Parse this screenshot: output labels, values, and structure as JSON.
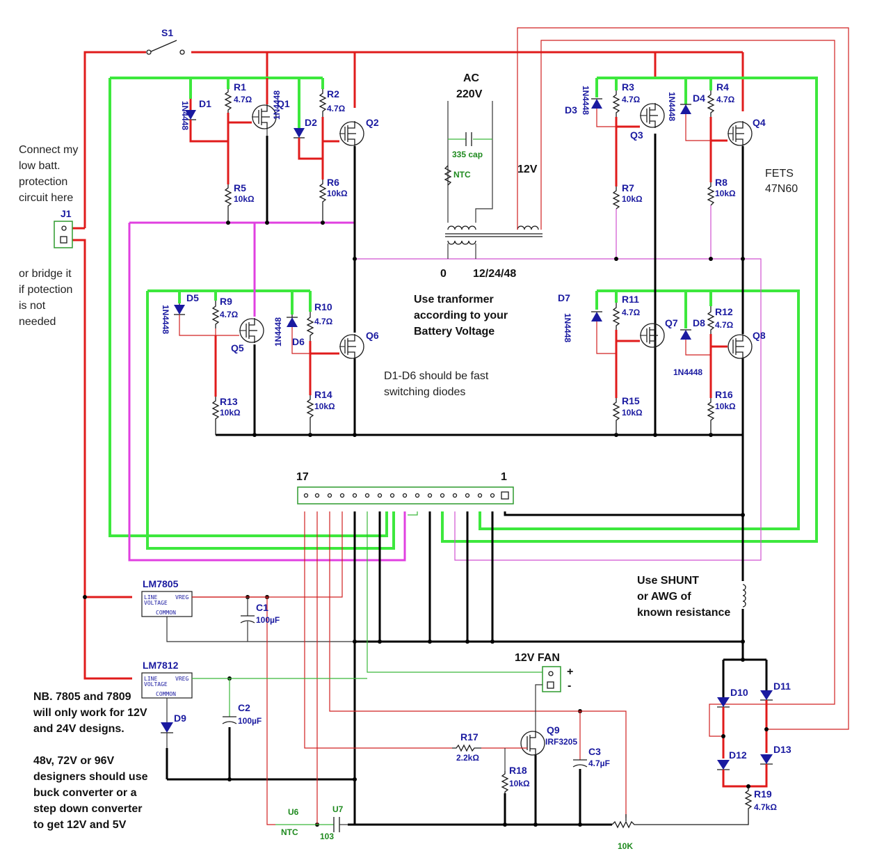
{
  "switch": {
    "label": "S1"
  },
  "connector_j1": {
    "label": "J1"
  },
  "notes": {
    "protection": [
      "Connect my",
      "low batt.",
      "protection",
      "circuit here"
    ],
    "bridge": [
      "or bridge it",
      "if potection",
      "is not",
      "needed"
    ],
    "fets": [
      "FETS",
      "47N60"
    ],
    "transformer": [
      "Use tranformer",
      "according to your",
      "Battery Voltage"
    ],
    "diodes": [
      "D1-D6 should be fast",
      "switching diodes"
    ],
    "shunt": [
      "Use SHUNT",
      "or AWG of",
      "known resistance"
    ],
    "regulator": [
      "NB. 7805 and 7809",
      "will only work for 12V",
      "and 24V designs."
    ],
    "highv": [
      "48v, 72V or 96V",
      "designers should use",
      "buck converter or a",
      "step down converter",
      "to get 12V and 5V"
    ]
  },
  "transformer": {
    "ac_title": "AC",
    "ac_voltage": "220V",
    "cap": "335 cap",
    "ntc": "NTC",
    "secondary": "12V",
    "primary_zero": "0",
    "primary_taps": "12/24/48"
  },
  "header_pins": {
    "left": "17",
    "right": "1"
  },
  "components": {
    "D1": {
      "label": "D1",
      "part": "1N4448"
    },
    "D2": {
      "label": "D2",
      "part": "1N4448"
    },
    "D3": {
      "label": "D3",
      "part": "1N4448"
    },
    "D4": {
      "label": "D4",
      "part": "1N4448"
    },
    "D5": {
      "label": "D5",
      "part": "1N4448"
    },
    "D6": {
      "label": "D6",
      "part": "1N4448"
    },
    "D7": {
      "label": "D7",
      "part": "1N4448"
    },
    "D8": {
      "label": "D8",
      "part": "1N4448"
    },
    "Q1": "Q1",
    "Q2": "Q2",
    "Q3": "Q3",
    "Q4": "Q4",
    "Q5": "Q5",
    "Q6": "Q6",
    "Q7": "Q7",
    "Q8": "Q8",
    "R1": {
      "label": "R1",
      "value": "4.7Ω"
    },
    "R2": {
      "label": "R2",
      "value": "4.7Ω"
    },
    "R3": {
      "label": "R3",
      "value": "4.7Ω"
    },
    "R4": {
      "label": "R4",
      "value": "4.7Ω"
    },
    "R5": {
      "label": "R5",
      "value": "10kΩ"
    },
    "R6": {
      "label": "R6",
      "value": "10kΩ"
    },
    "R7": {
      "label": "R7",
      "value": "10kΩ"
    },
    "R8": {
      "label": "R8",
      "value": "10kΩ"
    },
    "R9": {
      "label": "R9",
      "value": "4.7Ω"
    },
    "R10": {
      "label": "R10",
      "value": "4.7Ω"
    },
    "R11": {
      "label": "R11",
      "value": "4.7Ω"
    },
    "R12": {
      "label": "R12",
      "value": "4.7Ω"
    },
    "R13": {
      "label": "R13",
      "value": "10kΩ"
    },
    "R14": {
      "label": "R14",
      "value": "10kΩ"
    },
    "R15": {
      "label": "R15",
      "value": "10kΩ"
    },
    "R16": {
      "label": "R16",
      "value": "10kΩ"
    },
    "LM7805": "LM7805",
    "LM7812": "LM7812",
    "chip_pin_in": [
      "LINE",
      "VOLTAGE"
    ],
    "chip_pin_out": "VREG",
    "chip_pin_common": "COMMON",
    "C1": {
      "label": "C1",
      "value": "100µF"
    },
    "C2": {
      "label": "C2",
      "value": "100µF"
    },
    "C3": {
      "label": "C3",
      "value": "4.7µF"
    },
    "D9": "D9",
    "fan": {
      "label": "12V FAN",
      "plus": "+",
      "minus": "-"
    },
    "Q9": {
      "label": "Q9",
      "part": "IRF3205"
    },
    "R17": {
      "label": "R17",
      "value": "2.2kΩ"
    },
    "R18": {
      "label": "R18",
      "value": "10kΩ"
    },
    "R19": {
      "label": "R19",
      "value": "4.7kΩ"
    },
    "U6": {
      "label": "U6",
      "part": "NTC"
    },
    "U7": {
      "label": "U7",
      "part": "103"
    },
    "pot": "10K",
    "D10": "D10",
    "D11": "D11",
    "D12": "D12",
    "D13": "D13"
  }
}
